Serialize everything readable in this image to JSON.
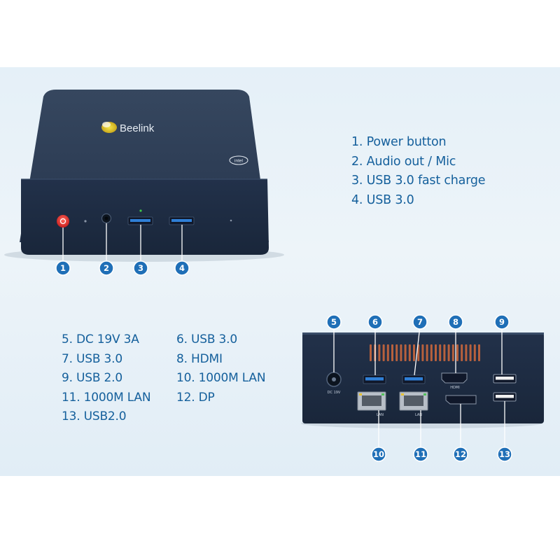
{
  "front_view": {
    "brand": "Beelink",
    "chip_badge": "intel",
    "ports": [
      {
        "number": "1",
        "label": "1. Power button"
      },
      {
        "number": "2",
        "label": "2. Audio out / Mic"
      },
      {
        "number": "3",
        "label": "3. USB 3.0 fast charge"
      },
      {
        "number": "4",
        "label": "4. USB 3.0"
      }
    ]
  },
  "rear_view": {
    "ports": [
      {
        "number": "5",
        "label": "5. DC 19V 3A"
      },
      {
        "number": "6",
        "label": "6. USB 3.0"
      },
      {
        "number": "7",
        "label": "7. USB 3.0"
      },
      {
        "number": "8",
        "label": "8. HDMI"
      },
      {
        "number": "9",
        "label": "9. USB 2.0"
      },
      {
        "number": "10",
        "label": "10. 1000M LAN"
      },
      {
        "number": "11",
        "label": "11. 1000M LAN"
      },
      {
        "number": "12",
        "label": "12. DP"
      },
      {
        "number": "13",
        "label": "13. USB2.0"
      }
    ],
    "silkscreen": {
      "dc": "DC 19V",
      "hdmi": "HDMI",
      "lan": "LAN"
    }
  },
  "colors": {
    "callout": "#1f6fb7",
    "device_body": "#1f2e45",
    "device_top": "#2c3d57",
    "port_blue": "#2f7fd6",
    "power_red": "#e03a3a",
    "text": "#15609c"
  }
}
